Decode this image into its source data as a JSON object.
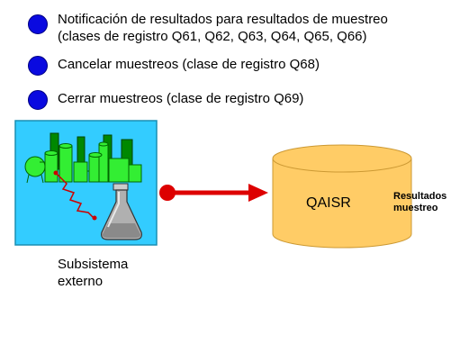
{
  "bullets": [
    {
      "line1": "Notificación de resultados para resultados de muestreo",
      "line2": "(clases de registro Q61, Q62, Q63, Q64, Q65, Q66)"
    },
    {
      "line1": "Cancelar muestreos (clase de registro Q68)",
      "line2": ""
    },
    {
      "line1": "Cerrar muestreos (clase de registro Q69)",
      "line2": ""
    }
  ],
  "external": {
    "label_line1": "Subsistema",
    "label_line2": "externo"
  },
  "database": {
    "label": "QAISR"
  },
  "results": {
    "line1": "Resultados",
    "line2": "muestreo"
  },
  "colors": {
    "bullet": "#0a0ae0",
    "panel": "#33ccff",
    "factory": "#33ee33",
    "arrow": "#dd0000",
    "cylinder": "#ffcc66"
  },
  "icons": {
    "factory": "factory-icon",
    "flask": "flask-icon",
    "database": "database-cylinder-icon",
    "arrow": "arrow-right-icon"
  }
}
